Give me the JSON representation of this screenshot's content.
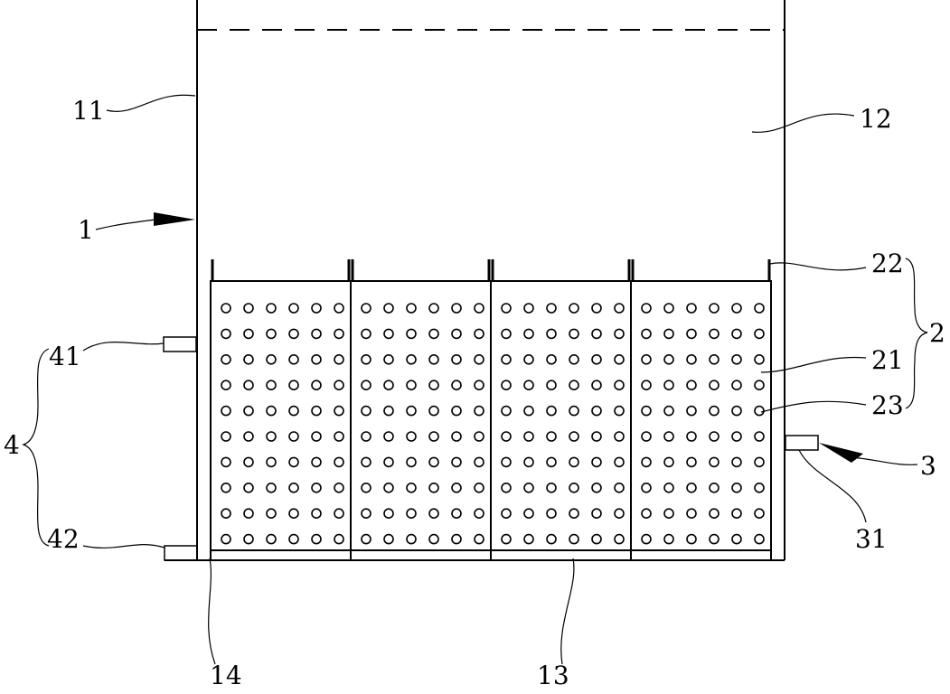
{
  "labels": {
    "l1": "1",
    "l11": "11",
    "l12": "12",
    "l13": "13",
    "l14": "14",
    "l2": "2",
    "l21": "21",
    "l22": "22",
    "l23": "23",
    "l3": "3",
    "l31": "31",
    "l4": "4",
    "l41": "41",
    "l42": "42"
  },
  "basket": {
    "panel_count": 4,
    "hole_columns_per_panel": 6,
    "hole_rows": 10
  },
  "colors": {
    "line": "#000000",
    "background": "#ffffff"
  }
}
